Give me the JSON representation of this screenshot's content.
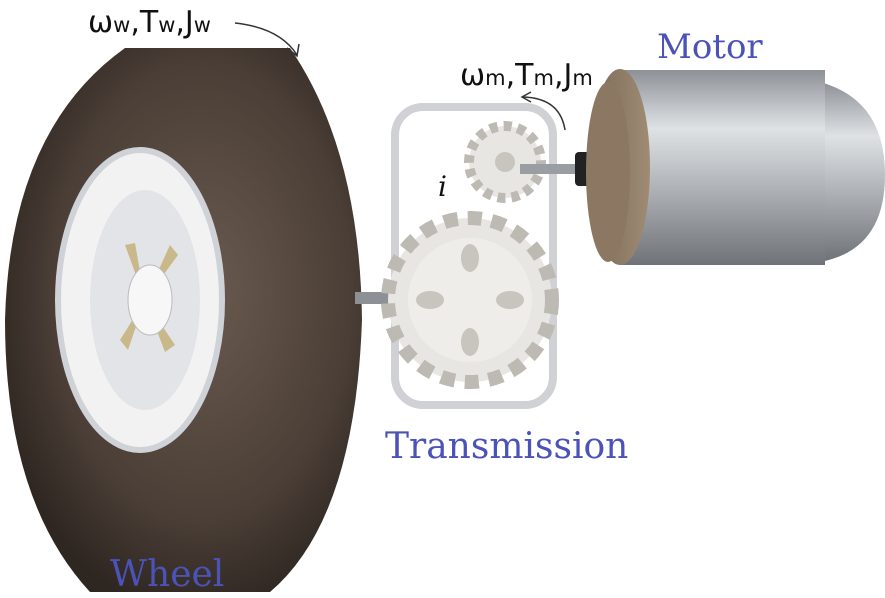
{
  "labels": {
    "wheel": "Wheel",
    "transmission": "Transmission",
    "motor": "Motor",
    "ratio": "i"
  },
  "wheel_vars": {
    "omega": "ω",
    "omega_sub": "w",
    "torque": "T",
    "torque_sub": "w",
    "inertia": "J",
    "inertia_sub": "w",
    "sep": ","
  },
  "motor_vars": {
    "omega": "ω",
    "omega_sub": "m",
    "torque": "T",
    "torque_sub": "m",
    "inertia": "J",
    "inertia_sub": "m",
    "sep": ","
  },
  "colors": {
    "label": "#4b52b8",
    "tire": "#4a3e36",
    "gear": "#e8e6e2",
    "motor": "#b8bcc0"
  }
}
